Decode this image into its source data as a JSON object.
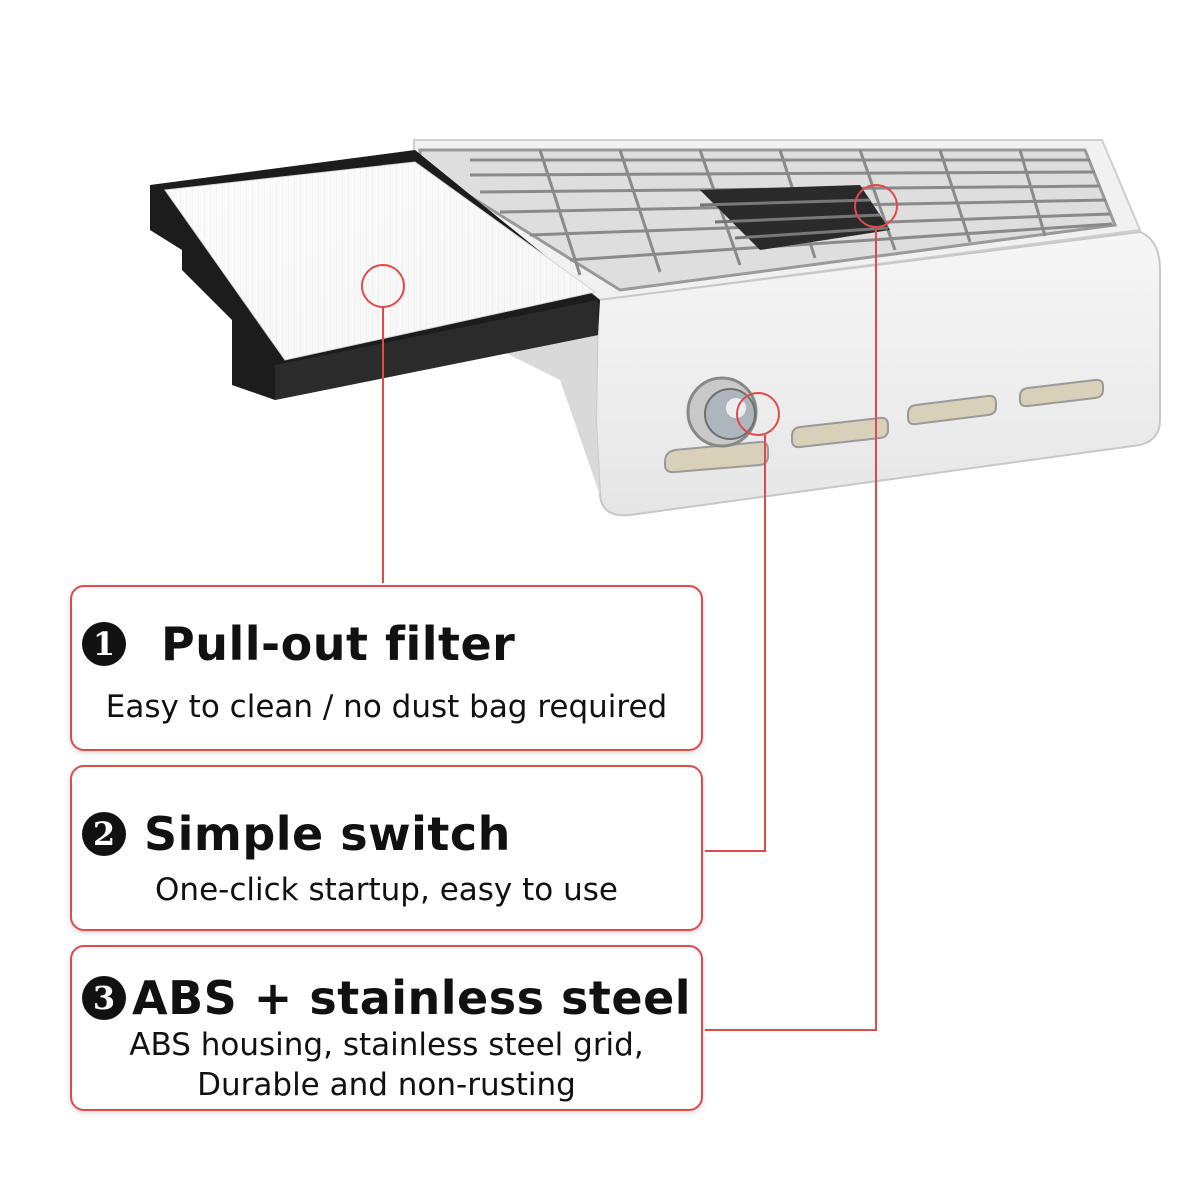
{
  "colors": {
    "accent": "#e04a4a",
    "text": "#111111"
  },
  "features": [
    {
      "number": "1",
      "title": "Pull-out filter",
      "description": "Easy to clean / no dust bag required"
    },
    {
      "number": "2",
      "title": "Simple switch",
      "description": "One-click startup, easy to use"
    },
    {
      "number": "3",
      "title": "ABS + stainless steel",
      "description_line1": "ABS housing, stainless steel grid,",
      "description_line2": "Durable and non-rusting"
    }
  ]
}
